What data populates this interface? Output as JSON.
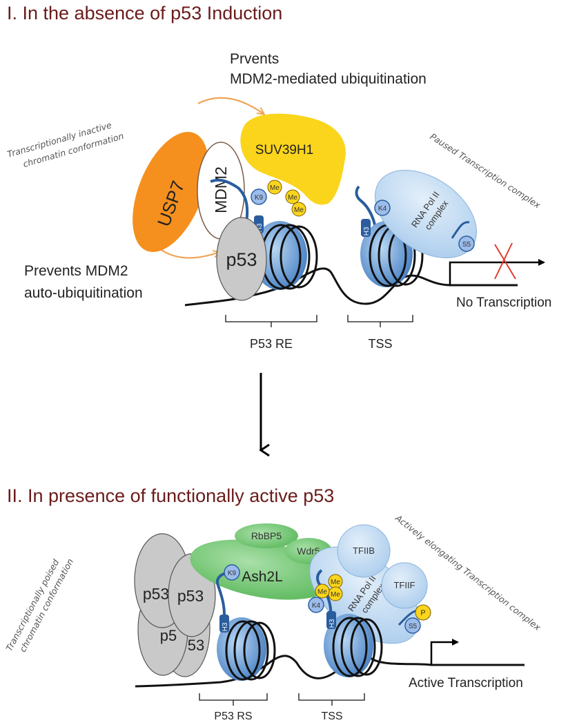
{
  "panel1": {
    "heading": "I. In the absence of p53 Induction",
    "annotation_top_line1": "Prvents",
    "annotation_top_line2": "MDM2-mediated ubiquitination",
    "annotation_left_line1": "Prevents MDM2",
    "annotation_left_line2": "auto-ubiquitination",
    "side_note_left_line1": "Transcriptionally inactive",
    "side_note_left_line2": "chromatin conformation",
    "side_note_right": "Paused Transcription complex",
    "proteins": {
      "usp7": "USP7",
      "mdm2": "MDM2",
      "suv39h1": "SUV39H1",
      "p53": "p53",
      "polii_line1": "RNA Pol II",
      "polii_line2": "complex"
    },
    "marks": {
      "k9": "K9",
      "k4": "K4",
      "me": "Me",
      "h3": "H3",
      "s5": "S5"
    },
    "regions": {
      "left": "P53 RE",
      "right": "TSS"
    },
    "outcome": "No Transcription",
    "colors": {
      "usp7": "#f5901e",
      "suv39h1": "#fad51c",
      "p53": "#c9c9c9",
      "nucleosome": "#4a86c9",
      "polii": "#b5d3ef",
      "inhibit_cross": "#e23b30",
      "arrow_orange": "#f0a455"
    }
  },
  "panel2": {
    "heading": "II. In presence of functionally active p53",
    "side_note_left_line1": "Transcriptionally poised",
    "side_note_left_line2": "chromatin conformation",
    "side_note_right": "Actively elongating Transcription complex",
    "proteins": {
      "p53": "p53",
      "p53_b": "p53",
      "p53_c": "p5",
      "p53_d": "53",
      "ash2l": "Ash2L",
      "rbbp5": "RbBP5",
      "wdr5": "Wdr5",
      "tfiib": "TFIIB",
      "tfiif": "TFIIF",
      "polii_line1": "RNA Pol II",
      "polii_line2": "complex"
    },
    "marks": {
      "k9": "K9",
      "k4": "K4",
      "me": "Me",
      "h3": "H3",
      "s5": "S5",
      "p": "P"
    },
    "regions": {
      "left": "P53 RS",
      "right": "TSS"
    },
    "outcome": "Active Transcription",
    "colors": {
      "ash2l": "#6fc46f",
      "wdr5": "#8fd18f",
      "tfii": "#b5d3ef",
      "phospho": "#fad51c"
    }
  }
}
